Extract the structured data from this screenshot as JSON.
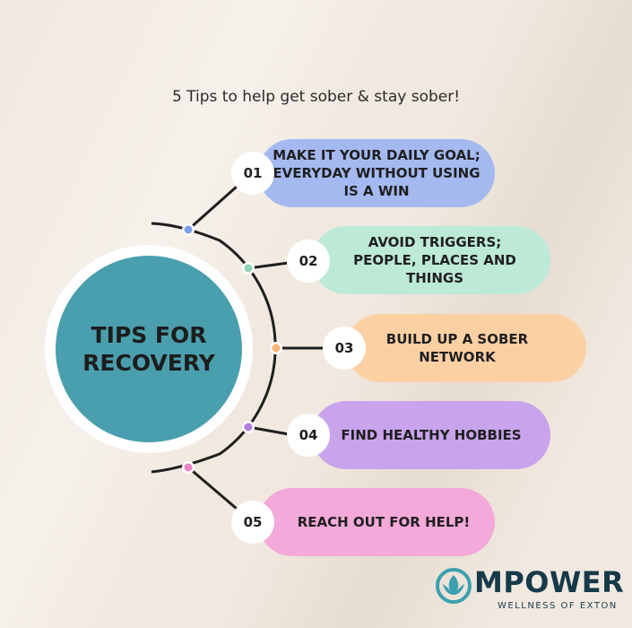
{
  "subtitle": "5 Tips to help get sober & stay sober!",
  "center": {
    "title": "TIPS FOR RECOVERY",
    "color": "#4a9fae"
  },
  "tips": [
    {
      "number": "01",
      "label": "MAKE IT YOUR DAILY GOAL; EVERYDAY WITHOUT USING IS A WIN",
      "color": "#a3b9f0",
      "dot_color": "#7f9fe6"
    },
    {
      "number": "02",
      "label": "AVOID TRIGGERS; PEOPLE, PLACES AND THINGS",
      "color": "#bde9d7",
      "dot_color": "#8fd5b7"
    },
    {
      "number": "03",
      "label": "BUILD UP A SOBER NETWORK",
      "color": "#fdd0a4",
      "dot_color": "#f9b478"
    },
    {
      "number": "04",
      "label": "FIND HEALTHY HOBBIES",
      "color": "#c9a3ec",
      "dot_color": "#b07fe0"
    },
    {
      "number": "05",
      "label": "REACH OUT FOR HELP!",
      "color": "#f3a9d9",
      "dot_color": "#ea82c6"
    }
  ],
  "logo": {
    "name": "MPOWER",
    "tagline": "WELLNESS OF EXTON",
    "color": "#153a4a",
    "icon": "lotus-icon"
  }
}
